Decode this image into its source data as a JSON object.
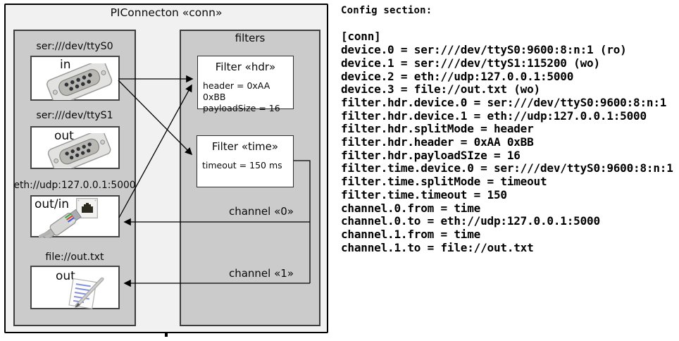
{
  "diagram": {
    "title": "PIConnecton «conn»",
    "filters_title": "filters",
    "devices": [
      {
        "label": "ser:///dev/ttyS0",
        "direction": "in",
        "icon": "serial-db9-connector-icon"
      },
      {
        "label": "ser:///dev/ttyS1",
        "direction": "out",
        "icon": "serial-db9-connector-icon"
      },
      {
        "label": "eth://udp:127.0.0.1:5000",
        "direction": "out/in",
        "icon": "ethernet-rj45-icon"
      },
      {
        "label": "file://out.txt",
        "direction": "out",
        "icon": "notepad-pen-icon"
      }
    ],
    "filters": [
      {
        "title": "Filter «hdr»",
        "lines": [
          "header = 0xAA 0xBB",
          "payloadSize = 16"
        ]
      },
      {
        "title": "Filter «time»",
        "lines": [
          "timeout = 150 ms"
        ]
      }
    ],
    "channels": [
      {
        "label": "channel «0»"
      },
      {
        "label": "channel «1»"
      }
    ]
  },
  "config": {
    "heading": "Config section:",
    "lines": [
      "[conn]",
      "device.0 = ser:///dev/ttyS0:9600:8:n:1 (ro)",
      "device.1 = ser:///dev/ttyS1:115200 (wo)",
      "device.2 = eth://udp:127.0.0.1:5000",
      "device.3 = file://out.txt (wo)",
      "filter.hdr.device.0 = ser:///dev/ttyS0:9600:8:n:1",
      "filter.hdr.device.1 = eth://udp:127.0.0.1:5000",
      "filter.hdr.splitMode = header",
      "filter.hdr.header = 0xAA 0xBB",
      "filter.hdr.payloadSIze = 16",
      "filter.time.device.0 = ser:///dev/ttyS0:9600:8:n:1",
      "filter.time.splitMode = timeout",
      "filter.time.timeout = 150",
      "channel.0.from = time",
      "channel.0.to = eth://udp:127.0.0.1:5000",
      "channel.1.from = time",
      "channel.1.to = file://out.txt"
    ]
  },
  "colors": {
    "outer_fill": "#f1f1f1",
    "panel_fill": "#cbcbcb",
    "box_fill": "#ffffff",
    "line_color": "#000000"
  }
}
